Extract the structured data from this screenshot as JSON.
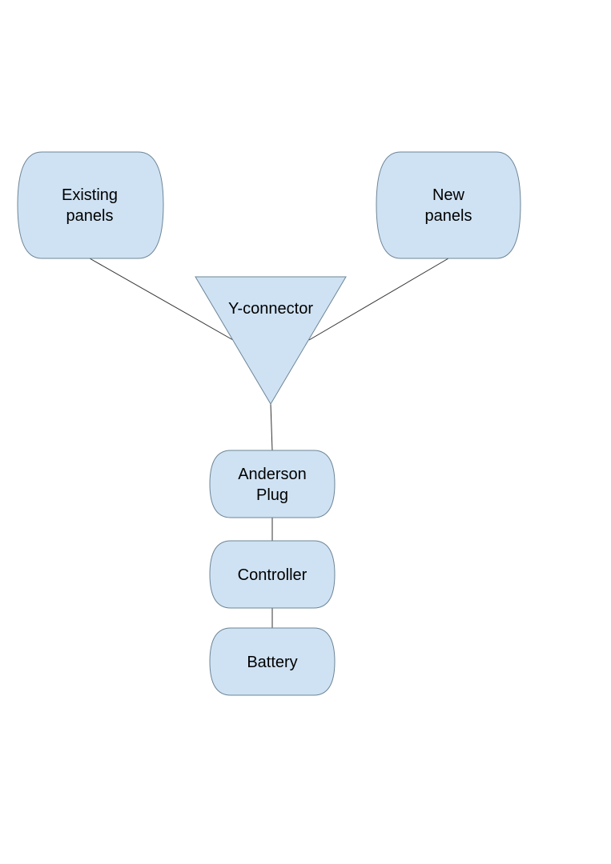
{
  "colors": {
    "node_fill": "#cfe2f3",
    "node_stroke": "#6d8596",
    "connector": "#333333",
    "text": "#000000"
  },
  "nodes": {
    "existing_panels": {
      "line1": "Existing",
      "line2": "panels"
    },
    "new_panels": {
      "line1": "New",
      "line2": "panels"
    },
    "y_connector": {
      "label": "Y-connector"
    },
    "anderson_plug": {
      "line1": "Anderson",
      "line2": "Plug"
    },
    "controller": {
      "label": "Controller"
    },
    "battery": {
      "label": "Battery"
    }
  }
}
